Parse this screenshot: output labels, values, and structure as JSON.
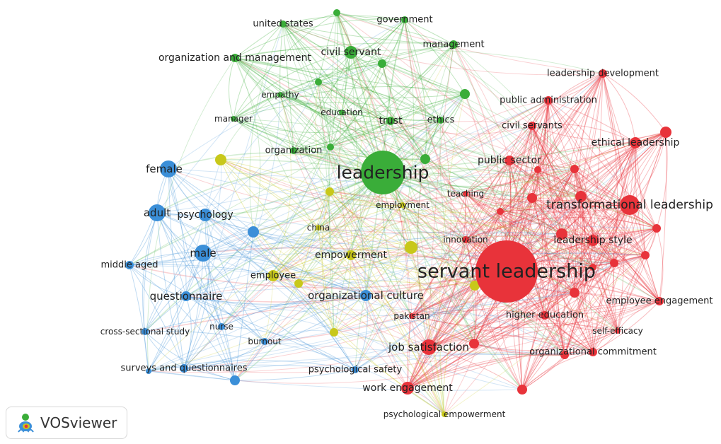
{
  "app": {
    "name": "VOSviewer",
    "logo_icon": "vosviewer-logo-icon"
  },
  "clusters": [
    {
      "id": 1,
      "color": "#e8333a"
    },
    {
      "id": 2,
      "color": "#3aad39"
    },
    {
      "id": 3,
      "color": "#3b8fd8"
    },
    {
      "id": 4,
      "color": "#c8c81a"
    }
  ],
  "nodes": [
    {
      "id": "servant-leadership",
      "label": "servant leadership",
      "cluster": 1,
      "weight": 10
    },
    {
      "id": "transformational-leadership",
      "label": "transformational leadership",
      "cluster": 1,
      "weight": 4
    },
    {
      "id": "leadership-development",
      "label": "leadership development",
      "cluster": 1,
      "weight": 1.5
    },
    {
      "id": "public-administration",
      "label": "public administration",
      "cluster": 1,
      "weight": 1.5
    },
    {
      "id": "civil-servants",
      "label": "civil servants",
      "cluster": 1,
      "weight": 1.5
    },
    {
      "id": "ethical-leadership",
      "label": "ethical leadership",
      "cluster": 1,
      "weight": 2.2
    },
    {
      "id": "public-sector",
      "label": "public sector",
      "cluster": 1,
      "weight": 2
    },
    {
      "id": "leadership-style",
      "label": "leadership style",
      "cluster": 1,
      "weight": 2.2
    },
    {
      "id": "teaching",
      "label": "teaching",
      "cluster": 1,
      "weight": 1
    },
    {
      "id": "innovation",
      "label": "innovation",
      "cluster": 1,
      "weight": 1.3
    },
    {
      "id": "employee-engagement",
      "label": "employee engagement",
      "cluster": 1,
      "weight": 1.5
    },
    {
      "id": "higher-education",
      "label": "higher education",
      "cluster": 1,
      "weight": 1.5
    },
    {
      "id": "self-efficacy",
      "label": "self-efficacy",
      "cluster": 1,
      "weight": 1
    },
    {
      "id": "organizational-commitment",
      "label": "organizational commitment",
      "cluster": 1,
      "weight": 1.5
    },
    {
      "id": "job-satisfaction",
      "label": "job satisfaction",
      "cluster": 1,
      "weight": 3
    },
    {
      "id": "pakistan",
      "label": "pakistan",
      "cluster": 1,
      "weight": 1
    },
    {
      "id": "work-engagement",
      "label": "work engagement",
      "cluster": 1,
      "weight": 2.5
    },
    {
      "id": "leadership",
      "label": "leadership",
      "cluster": 2,
      "weight": 8
    },
    {
      "id": "united-states",
      "label": "united states",
      "cluster": 2,
      "weight": 1.3
    },
    {
      "id": "government",
      "label": "government",
      "cluster": 2,
      "weight": 1.3
    },
    {
      "id": "management",
      "label": "management",
      "cluster": 2,
      "weight": 1.5
    },
    {
      "id": "organization-and-management",
      "label": "organization and management",
      "cluster": 2,
      "weight": 1.5
    },
    {
      "id": "civil-servant",
      "label": "civil servant",
      "cluster": 2,
      "weight": 2.3
    },
    {
      "id": "empathy",
      "label": "empathy",
      "cluster": 2,
      "weight": 1
    },
    {
      "id": "education",
      "label": "education",
      "cluster": 2,
      "weight": 1
    },
    {
      "id": "manager",
      "label": "manager",
      "cluster": 2,
      "weight": 1
    },
    {
      "id": "trust",
      "label": "trust",
      "cluster": 2,
      "weight": 1.5
    },
    {
      "id": "ethics",
      "label": "ethics",
      "cluster": 2,
      "weight": 1.3
    },
    {
      "id": "organization",
      "label": "organization",
      "cluster": 2,
      "weight": 1.3
    },
    {
      "id": "female",
      "label": "female",
      "cluster": 3,
      "weight": 3
    },
    {
      "id": "adult",
      "label": "adult",
      "cluster": 3,
      "weight": 3
    },
    {
      "id": "psychology",
      "label": "psychology",
      "cluster": 3,
      "weight": 2.3
    },
    {
      "id": "male",
      "label": "male",
      "cluster": 3,
      "weight": 3
    },
    {
      "id": "middle-aged",
      "label": "middle aged",
      "cluster": 3,
      "weight": 1.5
    },
    {
      "id": "questionnaire",
      "label": "questionnaire",
      "cluster": 3,
      "weight": 1.8
    },
    {
      "id": "cross-sectional-study",
      "label": "cross-sectional study",
      "cluster": 3,
      "weight": 1.2
    },
    {
      "id": "nurse",
      "label": "nurse",
      "cluster": 3,
      "weight": 1.2
    },
    {
      "id": "burnout",
      "label": "burnout",
      "cluster": 3,
      "weight": 1.2
    },
    {
      "id": "surveys-and-questionnaires",
      "label": "surveys and questionnaires",
      "cluster": 3,
      "weight": 1.5
    },
    {
      "id": "psychological-safety",
      "label": "psychological safety",
      "cluster": 3,
      "weight": 1.2
    },
    {
      "id": "organizational-culture",
      "label": "organizational culture",
      "cluster": 3,
      "weight": 2
    },
    {
      "id": "empowerment",
      "label": "empowerment",
      "cluster": 4,
      "weight": 2.2
    },
    {
      "id": "employment",
      "label": "employment",
      "cluster": 4,
      "weight": 1
    },
    {
      "id": "china",
      "label": "china",
      "cluster": 4,
      "weight": 1
    },
    {
      "id": "employee",
      "label": "employee",
      "cluster": 4,
      "weight": 2
    },
    {
      "id": "psychological-empowerment",
      "label": "psychological empowerment",
      "cluster": 4,
      "weight": 1
    }
  ]
}
